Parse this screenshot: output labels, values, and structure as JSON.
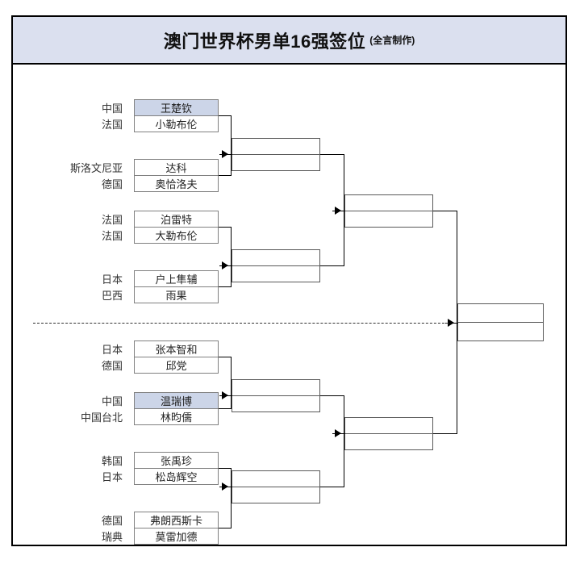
{
  "header": {
    "title_main": "澳门世界杯男单16强签位",
    "title_sub": "(全言制作)"
  },
  "bracket": {
    "round_of_16": [
      {
        "country_top": "中国",
        "player_top": "王楚钦",
        "highlight_top": true,
        "country_bottom": "法国",
        "player_bottom": "小勒布伦",
        "highlight_bottom": false
      },
      {
        "country_top": "斯洛文尼亚",
        "player_top": "达科",
        "highlight_top": false,
        "country_bottom": "德国",
        "player_bottom": "奥恰洛夫",
        "highlight_bottom": false
      },
      {
        "country_top": "法国",
        "player_top": "泊雷特",
        "highlight_top": false,
        "country_bottom": "法国",
        "player_bottom": "大勒布伦",
        "highlight_bottom": false
      },
      {
        "country_top": "日本",
        "player_top": "户上隼辅",
        "highlight_top": false,
        "country_bottom": "巴西",
        "player_bottom": "雨果",
        "highlight_bottom": false
      },
      {
        "country_top": "日本",
        "player_top": "张本智和",
        "highlight_top": false,
        "country_bottom": "德国",
        "player_bottom": "邱党",
        "highlight_bottom": false
      },
      {
        "country_top": "中国",
        "player_top": "温瑞博",
        "highlight_top": true,
        "country_bottom": "中国台北",
        "player_bottom": "林昀儒",
        "highlight_bottom": false
      },
      {
        "country_top": "韩国",
        "player_top": "张禹珍",
        "highlight_top": false,
        "country_bottom": "日本",
        "player_bottom": "松岛辉空",
        "highlight_bottom": false
      },
      {
        "country_top": "德国",
        "player_top": "弗朗西斯卡",
        "highlight_top": false,
        "country_bottom": "瑞典",
        "player_bottom": "莫雷加德",
        "highlight_bottom": false
      }
    ],
    "quarter_finals": [
      {
        "slot_top": "",
        "slot_bottom": ""
      },
      {
        "slot_top": "",
        "slot_bottom": ""
      },
      {
        "slot_top": "",
        "slot_bottom": ""
      },
      {
        "slot_top": "",
        "slot_bottom": ""
      }
    ],
    "semi_finals": [
      {
        "slot_top": "",
        "slot_bottom": ""
      },
      {
        "slot_top": "",
        "slot_bottom": ""
      }
    ],
    "final": {
      "slot_top": "",
      "slot_bottom": ""
    }
  },
  "colors": {
    "title_bg": "#dbe0ef",
    "highlight": "#ccd5e8",
    "box_border": "#808080",
    "frame_border": "#000000"
  }
}
